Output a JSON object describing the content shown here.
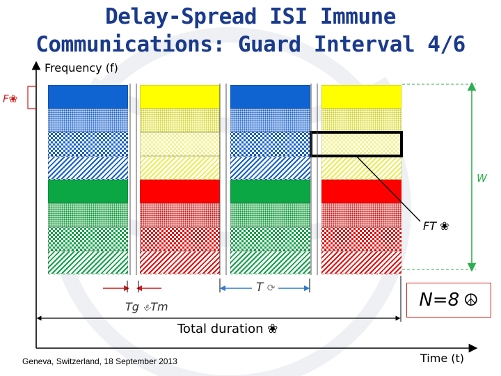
{
  "title": {
    "line1": "Delay-Spread ISI Immune",
    "line2": "Communications: Guard Interval 4/6"
  },
  "axes": {
    "y_label": "Frequency (f)",
    "x_label": "Time (t)"
  },
  "labels": {
    "f_delta": "F",
    "w": "W",
    "ft": "FT",
    "t": "T",
    "tg_tm": "Tg",
    "tm": "Tm",
    "total_duration": "Total duration",
    "n_equals": "N=8"
  },
  "grid": {
    "columns": [
      {
        "hue": "blue",
        "patterns": [
          "solid",
          "dots",
          "check",
          "diag",
          "solid",
          "dots",
          "check",
          "diag"
        ]
      },
      {
        "hue": "yellow",
        "patterns": [
          "solid",
          "dots",
          "check",
          "diag",
          "solid",
          "dots",
          "check",
          "diag"
        ],
        "lower_hue": "red"
      },
      {
        "hue": "blue",
        "patterns": [
          "solid",
          "dots",
          "check",
          "diag",
          "solid",
          "dots",
          "check",
          "diag"
        ]
      },
      {
        "hue": "yellow",
        "patterns": [
          "solid",
          "dots",
          "check",
          "diag",
          "solid",
          "dots",
          "check",
          "diag"
        ],
        "lower_hue": "red"
      }
    ],
    "lower_hue_for_blue": "green",
    "highlight": {
      "column": 3,
      "row": 2
    }
  },
  "colors": {
    "title": "#1a3a8c",
    "blue": "#0f64d2",
    "yellow": "#ffff00",
    "green": "#0aa744",
    "red": "#ff0000",
    "guide_green": "#2fae4f",
    "interval_blue": "#2c7cd2",
    "interval_red": "#d01818"
  },
  "footer": {
    "text": "Geneva, Switzerland, 18 September 2013"
  }
}
